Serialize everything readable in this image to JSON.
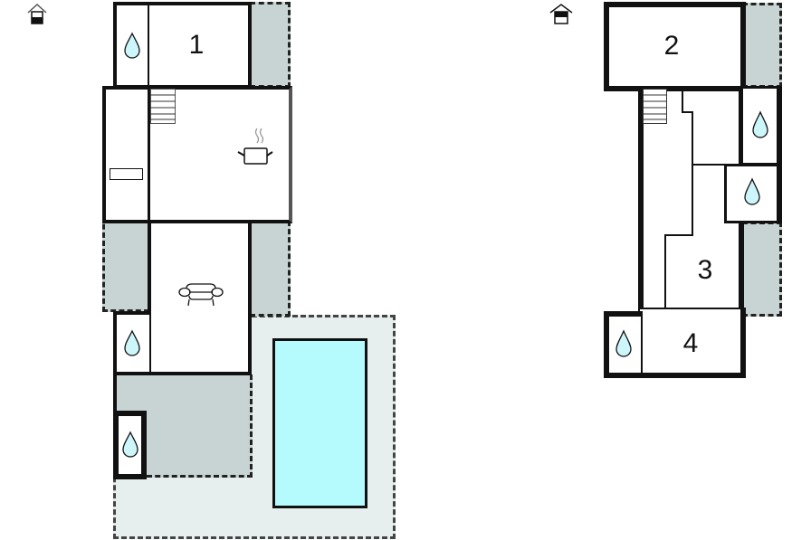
{
  "floor_plan": {
    "ground_floor": {
      "floor_icon": "floor-ground-icon",
      "rooms": [
        {
          "label": "1",
          "type": "bedroom"
        },
        {
          "type": "bathroom",
          "icon": "water-drop-icon"
        },
        {
          "type": "kitchen",
          "icon": "cooking-pot-icon"
        },
        {
          "type": "living-room",
          "icon": "sofa-icon"
        },
        {
          "type": "bathroom",
          "icon": "water-drop-icon"
        },
        {
          "type": "bathroom",
          "icon": "water-drop-icon"
        },
        {
          "type": "pool"
        },
        {
          "type": "terrace"
        }
      ]
    },
    "upper_floor": {
      "floor_icon": "floor-upper-icon",
      "rooms": [
        {
          "label": "2",
          "type": "bedroom"
        },
        {
          "label": "3",
          "type": "bedroom"
        },
        {
          "label": "4",
          "type": "bedroom"
        },
        {
          "type": "bathroom",
          "icon": "water-drop-icon"
        },
        {
          "type": "bathroom",
          "icon": "water-drop-icon"
        },
        {
          "type": "bathroom",
          "icon": "water-drop-icon"
        }
      ]
    },
    "colors": {
      "wall": "#111111",
      "terrace": "#c8d4d4",
      "outdoor": "#e6eeee",
      "pool": "#b5fbfd",
      "water_drop": "#cdf6fb"
    }
  }
}
